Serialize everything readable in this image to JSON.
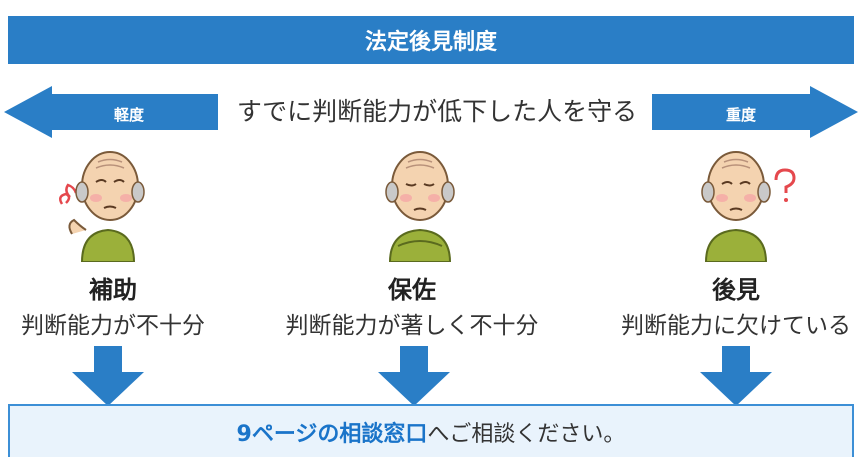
{
  "title": "法定後見制度",
  "scale": {
    "left_label": "軽度",
    "right_label": "重度",
    "subtitle": "すでに判断能力が低下した人を守る"
  },
  "levels": [
    {
      "name": "補助",
      "description": "判断能力が不十分"
    },
    {
      "name": "保佐",
      "description": "判断能力が著しく不十分"
    },
    {
      "name": "後見",
      "description": "判断能力に欠けている"
    }
  ],
  "footer": {
    "link_text": "9ページの相談窓口",
    "rest_text": "へご相談ください。"
  },
  "colors": {
    "banner": "#2a7ec6",
    "arrow": "#2a7ec6",
    "footer_bg": "#e9f3fc",
    "link": "#1a74c9"
  }
}
